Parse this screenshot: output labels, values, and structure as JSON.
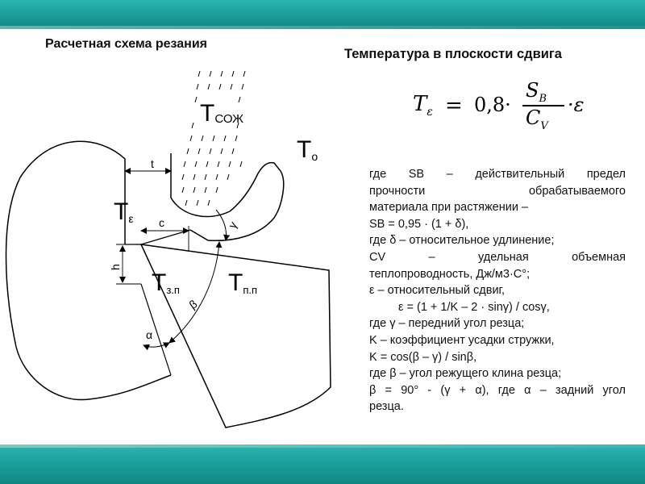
{
  "title_left": "Расчетная схема резания",
  "title_right": "Температура в плоскости сдвига",
  "formula": {
    "lhs": "T",
    "lhs_sub": "ε",
    "eq": "=",
    "coef": "0,8·",
    "num": "S",
    "num_sub": "B",
    "den": "C",
    "den_sub": "V",
    "tail": "·ε"
  },
  "diagram_labels": {
    "t_soj": "T",
    "t_soj_sub": "СОЖ",
    "t_o": "T",
    "t_o_sub": "o",
    "t_eps": "T",
    "t_eps_sub": "ε",
    "t_zp": "T",
    "t_zp_sub": "з.п",
    "t_pp": "T",
    "t_pp_sub": "п.п",
    "t": "t",
    "c": "c",
    "h": "h",
    "gamma": "γ",
    "beta": "β",
    "alpha": "α"
  },
  "description": [
    "где SB – действительный предел",
    "прочности обрабатываемого",
    "материала при растяжении –",
    "SB = 0,95 · (1 + δ),",
    "где δ – относительное удлинение;",
    "CV – удельная объемная",
    "теплопроводность, Дж/м3·С°;",
    "ε – относительный сдвиг,",
    "ε = (1 + 1/K – 2 · sinγ) / cosγ,",
    "где γ – передний угол резца;",
    "K – коэффициент усадки стружки,",
    "K = cos(β – γ) / sinβ,",
    "где β – угол режущего клина резца;",
    "β = 90° - (γ + α), где α – задний угол",
    "резца."
  ],
  "colors": {
    "band": "#1a9c99",
    "line": "#000000"
  }
}
